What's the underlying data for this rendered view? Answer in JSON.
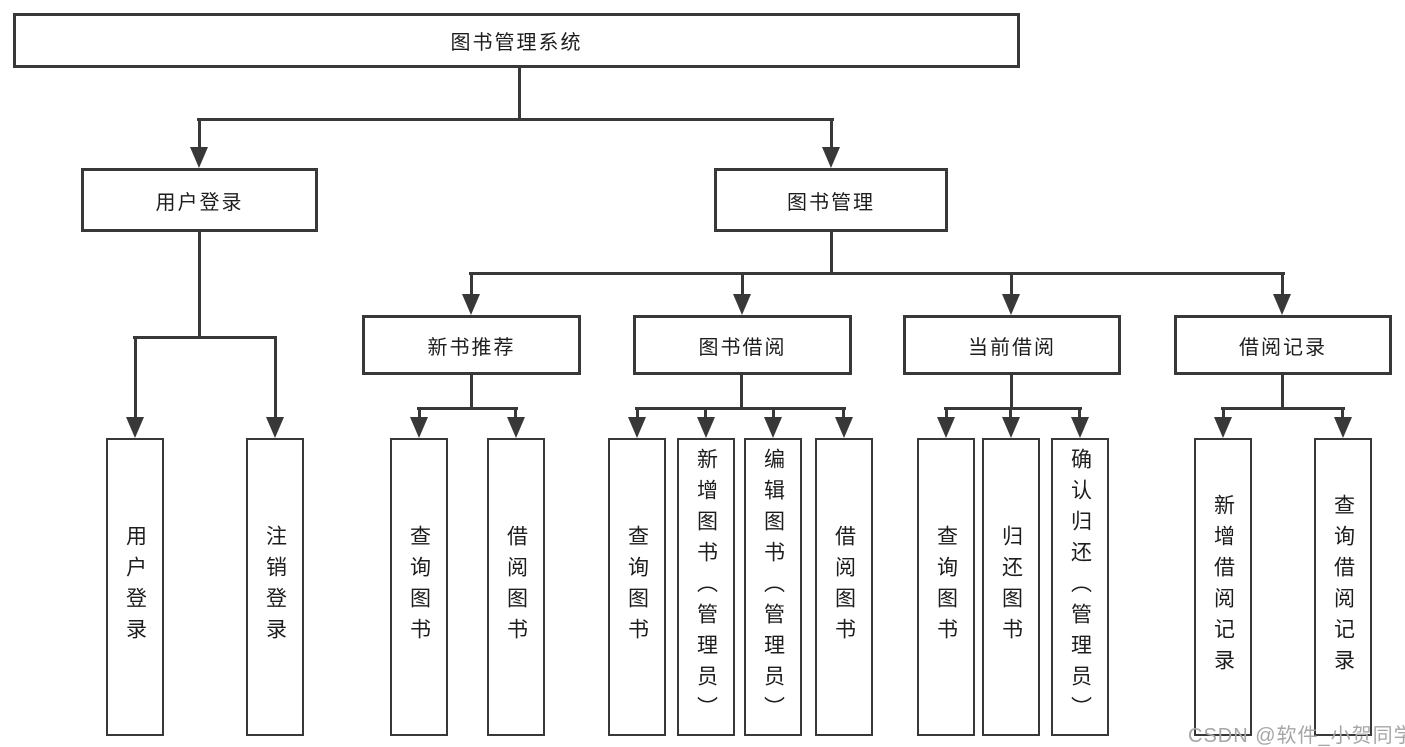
{
  "diagram": {
    "type": "hierarchy-tree",
    "colors": {
      "line": "#383838",
      "box_border": "#383838",
      "text": "#1d1d1d",
      "background": "#ffffff",
      "watermark": "#a6a6a6"
    }
  },
  "tree": {
    "label": "图书管理系统",
    "children": [
      {
        "label": "用户登录",
        "children": [
          {
            "label": "用户登录"
          },
          {
            "label": "注销登录"
          }
        ]
      },
      {
        "label": "图书管理",
        "children": [
          {
            "label": "新书推荐",
            "children": [
              {
                "label": "查询图书"
              },
              {
                "label": "借阅图书"
              }
            ]
          },
          {
            "label": "图书借阅",
            "children": [
              {
                "label": "查询图书"
              },
              {
                "label": "新增图书（管理员）"
              },
              {
                "label": "编辑图书（管理员）"
              },
              {
                "label": "借阅图书"
              }
            ]
          },
          {
            "label": "当前借阅",
            "children": [
              {
                "label": "查询图书"
              },
              {
                "label": "归还图书"
              },
              {
                "label": "确认归还（管理员）"
              }
            ]
          },
          {
            "label": "借阅记录",
            "children": [
              {
                "label": "新增借阅记录"
              },
              {
                "label": "查询借阅记录"
              }
            ]
          }
        ]
      }
    ]
  },
  "watermark": {
    "text": "CSDN @软件_小贺同学"
  }
}
